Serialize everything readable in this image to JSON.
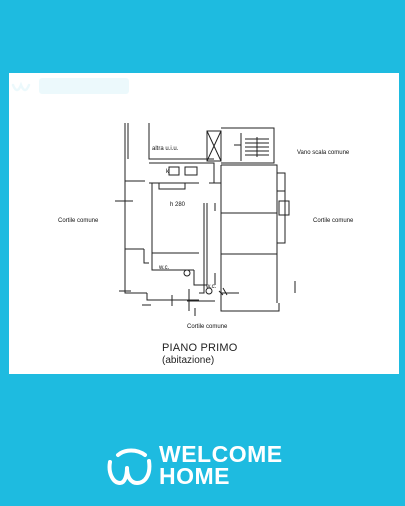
{
  "floorplan": {
    "labels": {
      "altra_uiu": "altra u.i.u.",
      "vano_scala": "Vano scala comune",
      "k": "k",
      "h280": "h 280",
      "cortile_left": "Cortile comune",
      "cortile_right": "Cortile comune",
      "cortile_bottom": "Cortile comune",
      "wc1": "w.c.",
      "wc2": "w.c."
    },
    "title": "PIANO PRIMO",
    "subtitle": "(abitazione)"
  },
  "brand": {
    "line1": "WELCOME",
    "line2": "HOME",
    "colors": {
      "background": "#1ebbe0",
      "text": "#ffffff"
    },
    "logo_icon": "welcome-home-w-logo-icon"
  }
}
